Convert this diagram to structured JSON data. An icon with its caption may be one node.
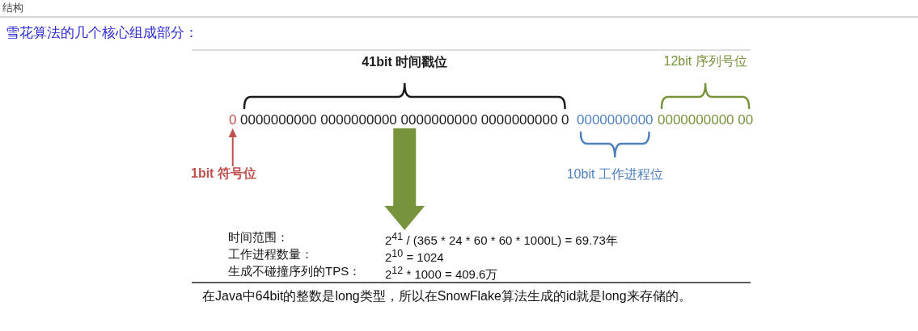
{
  "diagram": {
    "title": "雪花算法的几个核心组成部分：",
    "caption": "在Java中64bit的整数是long类型，所以在SnowFlake算法生成的id就是long来存储的。",
    "nodes": [
      {
        "text": [
          "0"
        ]
      },
      {
        "text": [
          "0000000000 0000000000 0000000000 0000000000 0"
        ],
        "beside": [
          "41bit 时间戳位"
        ]
      },
      {
        "text": [
          "0000000000"
        ],
        "beside": [
          "10bit 工作进程位"
        ]
      },
      {
        "text": [
          "0000000000 00"
        ],
        "beside": [
          "12bit 序列号位"
        ]
      },
      {
        "text": [
          "1bit 符号位"
        ]
      },
      {
        "text": [
          "时间范围：",
          "2$^{41}$ / (365 * 24 * 60 * 60 * 1000L) = 69.73年",
          "工作进程数量：",
          "2$^{10}$ = 1024",
          "生成不碰撞序列的TPS：",
          "2$^{12}$ * 1000 = 409.6万"
        ]
      }
    ],
    "edges": [
      {
        "from": 4,
        "to": 0,
        "arrow": "to",
        "color": "#c0504d"
      },
      {
        "from": 1,
        "to": 5,
        "arrow": "to",
        "style": "thick",
        "color": "#77933c"
      }
    ],
    "labels": [
      "结构"
    ]
  }
}
